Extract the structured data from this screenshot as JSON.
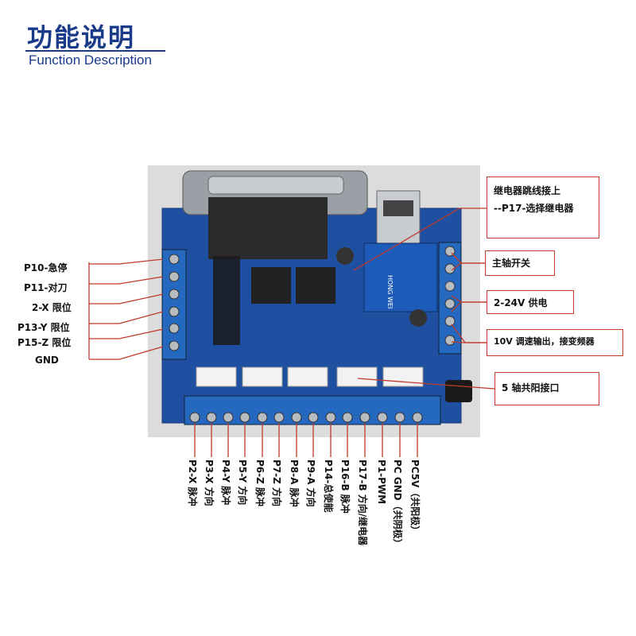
{
  "header": {
    "title_cn": "功能说明",
    "title_en": "Function Description"
  },
  "left_labels": [
    "P10-急停",
    "P11-对刀",
    "2-X 限位",
    "P13-Y 限位",
    "P15-Z 限位",
    "GND"
  ],
  "right_boxes": {
    "relay_jumper_line1": "继电器跳线接上",
    "relay_jumper_line2": "--P17-选择继电器",
    "spindle_switch": "主轴开关",
    "power_supply": "2-24V 供电",
    "speed_output": "10V 调速输出，接变频器",
    "common_anode_port": "5 轴共阳接口"
  },
  "bottom_labels": [
    "P2-X 脉冲",
    "P3-X 方向",
    "P4-Y 脉冲",
    "P5-Y 方向",
    "P6-Z 脉冲",
    "P7-Z 方向",
    "P8-A 脉冲",
    "P9-A 方向",
    "P14-总使能",
    "P16-B 脉冲",
    "P17-B 方向/继电器",
    "P1-PWM",
    "PC GND（共阴极）",
    "PC5V（共阳极）"
  ],
  "board": {
    "relay_brand": "HONG WEI",
    "pcb_color": "#1f4fa0",
    "terminal_color": "#2468c0",
    "line_color": "#c0392b"
  }
}
